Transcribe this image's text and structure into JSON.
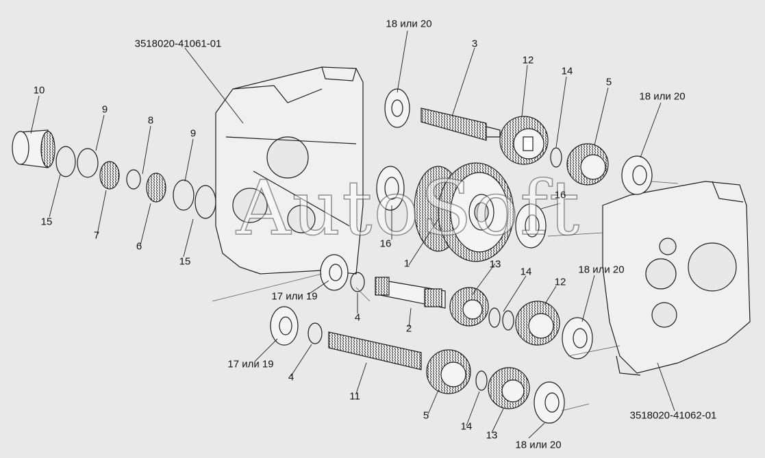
{
  "callouts": {
    "housing_left": "3518020-41061-01",
    "housing_right": "3518020-41062-01",
    "p10": "10",
    "p9a": "9",
    "p8": "8",
    "p9b": "9",
    "p15a": "15",
    "p7": "7",
    "p6": "6",
    "p15b": "15",
    "p18a": "18 или 20",
    "p3": "3",
    "p12a": "12",
    "p14a": "14",
    "p5a": "5",
    "p18b": "18 или 20",
    "p16a": "16",
    "p16b": "16",
    "p1": "1",
    "p13a": "13",
    "p14b": "14",
    "p18c": "18 или 20",
    "p12b": "12",
    "p17a": "17 или 19",
    "p4a": "4",
    "p2": "2",
    "p17b": "17 или 19",
    "p4b": "4",
    "p11": "11",
    "p5b": "5",
    "p14c": "14",
    "p13b": "13",
    "p18d": "18 или 20"
  },
  "watermark": "AutoSoft",
  "colors": {
    "background": "#e9e9e9",
    "line": "#1a1a1a",
    "part_fill": "#f4f4f4",
    "housing_fill": "#f0f0f0"
  }
}
